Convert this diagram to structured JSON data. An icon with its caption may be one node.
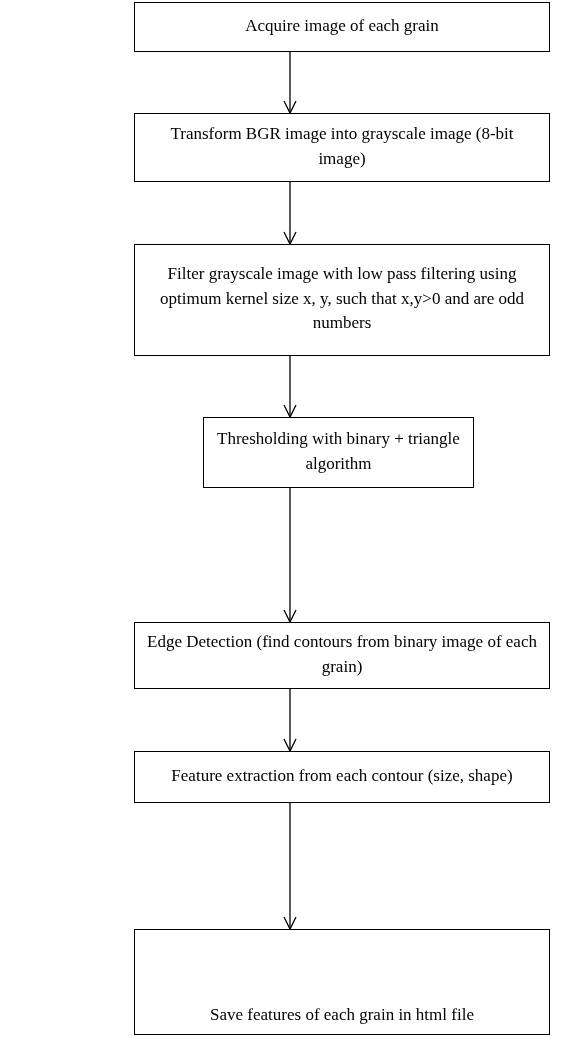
{
  "diagram": {
    "nodes": [
      {
        "text": [
          "Acquire image of each grain"
        ]
      },
      {
        "text": [
          "Transform BGR image into grayscale image (8-bit image)"
        ]
      },
      {
        "text": [
          "Filter grayscale image with low pass filtering using  optimum kernel size x, y, such that x,y>0 and are odd numbers"
        ]
      },
      {
        "text": [
          "Thresholding with binary + triangle algorithm"
        ]
      },
      {
        "text": [
          "Edge Detection (find contours from binary image of each grain)"
        ]
      },
      {
        "text": [
          "Feature extraction from each contour (size, shape)"
        ]
      },
      {
        "text": [
          "Save features of each grain in html file"
        ]
      }
    ],
    "edges": [
      {
        "from": 0,
        "to": 1,
        "arrow": "to"
      },
      {
        "from": 1,
        "to": 2,
        "arrow": "to"
      },
      {
        "from": 2,
        "to": 3,
        "arrow": "to"
      },
      {
        "from": 3,
        "to": 4,
        "arrow": "to"
      },
      {
        "from": 4,
        "to": 5,
        "arrow": "to"
      },
      {
        "from": 5,
        "to": 6,
        "arrow": "to"
      }
    ]
  }
}
